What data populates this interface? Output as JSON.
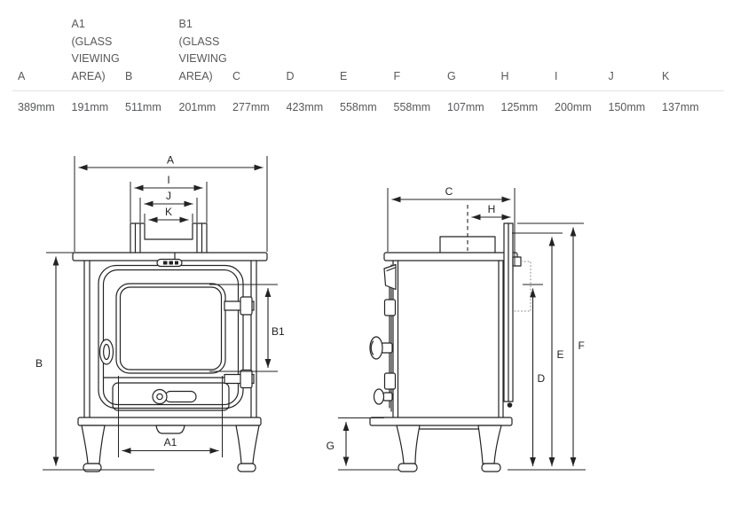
{
  "table": {
    "columns": [
      {
        "id": "A",
        "label": "A",
        "value": "389mm"
      },
      {
        "id": "A1",
        "label": "A1\n(GLASS\nVIEWING\nAREA)",
        "value": "191mm"
      },
      {
        "id": "B",
        "label": "B",
        "value": "511mm"
      },
      {
        "id": "B1",
        "label": "B1\n(GLASS\nVIEWING\nAREA)",
        "value": "201mm"
      },
      {
        "id": "C",
        "label": "C",
        "value": "277mm"
      },
      {
        "id": "D",
        "label": "D",
        "value": "423mm"
      },
      {
        "id": "E",
        "label": "E",
        "value": "558mm"
      },
      {
        "id": "F",
        "label": "F",
        "value": "558mm"
      },
      {
        "id": "G",
        "label": "G",
        "value": "107mm"
      },
      {
        "id": "H",
        "label": "H",
        "value": "125mm"
      },
      {
        "id": "I",
        "label": "I",
        "value": "200mm"
      },
      {
        "id": "J",
        "label": "J",
        "value": "150mm"
      },
      {
        "id": "K",
        "label": "K",
        "value": "137mm"
      }
    ]
  },
  "labels": {
    "front": {
      "A": "A",
      "I": "I",
      "J": "J",
      "K": "K",
      "B": "B",
      "B1": "B1",
      "A1": "A1"
    },
    "side": {
      "C": "C",
      "H": "H",
      "G": "G",
      "D": "D",
      "E": "E",
      "F": "F"
    }
  },
  "colors": {
    "line": "#232323",
    "table_text": "#58595b",
    "divider": "#e3e3e3"
  }
}
